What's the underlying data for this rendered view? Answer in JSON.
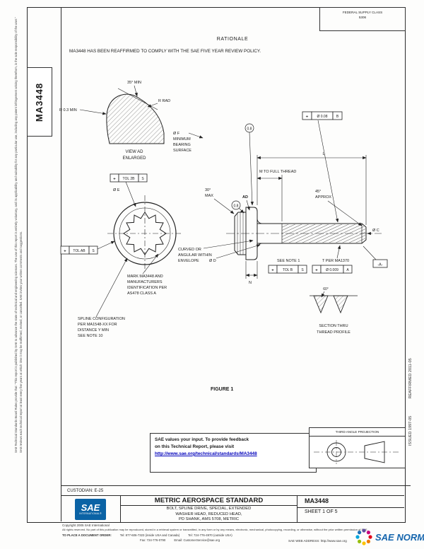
{
  "header": {
    "fsc_line1": "FEDERAL SUPPLY CLASS",
    "fsc_line2": "5306",
    "doc_tab": "MA3448",
    "rationale_heading": "RATIONALE",
    "rationale_text": "MA3448 HAS BEEN REAFFIRMED TO COMPLY WITH THE SAE FIVE YEAR REVIEW POLICY."
  },
  "margins": {
    "left_note_1": "SAE Technical Standards Board Rules provide that: \"This report is published by SAE to advance the state of technical and engineering sciences. The use of this report is entirely voluntary, and its applicability and suitability for any particular use, including any patent infringement arising therefrom, is the sole responsibility of the user.\"",
    "left_note_2": "SAE reviews each technical report at least every five years at which time it may be reaffirmed, revised, or cancelled. SAE invites your written comments and suggestions.",
    "right_note": "ISSUED 1997-05                REAFFIRMED 2011-05"
  },
  "figure": {
    "caption": "FIGURE 1",
    "view_ad": {
      "angle_min": "35° MIN",
      "radius_left": "R 0.3 MIN",
      "radius_right": "R RAD",
      "caption1": "VIEW AD",
      "caption2": "ENLARGED"
    },
    "bearing_note": [
      "Ø F",
      "MINIMUM",
      "BEARING",
      "SURFACE"
    ],
    "spline_view": {
      "fcf_top": [
        "⌖",
        "TOL 2B",
        "S"
      ],
      "fcf_left": [
        "⌖",
        "TOL AB",
        "S"
      ],
      "dia_e": "Ø E",
      "mark_note": [
        "MARK MA3448 AND",
        "MANUFACTURERS",
        "IDENTIFICATION PER",
        "AS478 CLASS A"
      ],
      "spline_note": [
        "SPLINE CONFIGURATION",
        "PER MA1548-XX FOR",
        "DISTANCE Y MIN",
        "SEE NOTE 10"
      ]
    },
    "side_view": {
      "fcf_position": [
        "⌖",
        "Ø 0.08",
        "B"
      ],
      "dim_l": "L",
      "dim_m": "M TO FULL THREAD",
      "angle_head1": "30°",
      "angle_head2": "MAX",
      "view_ref": "AD",
      "radius_1": "0.8",
      "radius_2": "0.8",
      "chamfer1": "45°",
      "chamfer2": "APPROX",
      "dia_c": "Ø C",
      "dia_d": "Ø D",
      "see_note": "SEE NOTE 1",
      "thread_note": "T PER MA1370",
      "fcf_d1": [
        "⌖",
        "TOL B",
        "S"
      ],
      "fcf_d2": [
        "⌖",
        "Ø 0.009",
        "A"
      ],
      "datum": "-A-",
      "dim_n": "N",
      "envelope_note": [
        "CURVED OR",
        "ANGULAR WITHIN",
        "ENVELOPE"
      ]
    },
    "thread_section": {
      "angle": "60°",
      "caption1": "SECTION THRU",
      "caption2": "THREAD PROFILE"
    }
  },
  "feedback": {
    "line1": "SAE values your input. To provide feedback",
    "line2": "on this Technical Report, please visit",
    "link": "http://www.sae.org/technical/standards/MA3448"
  },
  "projection": {
    "label": "THIRD ANGLE PROJECTION"
  },
  "custodian": {
    "text": "CUSTODIAN: E-25"
  },
  "title_block": {
    "logo_main": "SAE",
    "logo_sub": "INTERNATIONAL®",
    "standard_type": "METRIC AEROSPACE STANDARD",
    "subtitle1": "BOLT, SPLINE DRIVE, SPECIAL, EXTENDED",
    "subtitle2": "WASHER HEAD, REDUCED HEAD,",
    "subtitle3": "PD SHANK, AMS 5708, METRIC",
    "doc_number": "MA3448",
    "sheet": "SHEET 1 OF 5"
  },
  "footer": {
    "copyright1": "Copyright 2005 SAE International",
    "copyright2": "All rights reserved. No part of this publication may be reproduced, stored in a retrieval system or transmitted, in any form or by any means, electronic, mechanical, photocopying, recording, or otherwise, without the prior written permission of SAE.",
    "order_label": "TO PLACE A DOCUMENT ORDER:",
    "order_tel1": "Tel: 877-606-7323 (inside USA and Canada)",
    "order_tel2": "Tel: 724-776-4970 (outside USA)",
    "order_fax": "Fax: 724-776-0790",
    "order_email": "Email: CustomerService@sae.org",
    "web": "SAE WEB ADDRESS: http://www.sae.org"
  },
  "watermark": {
    "brand": "SAE NORM"
  }
}
